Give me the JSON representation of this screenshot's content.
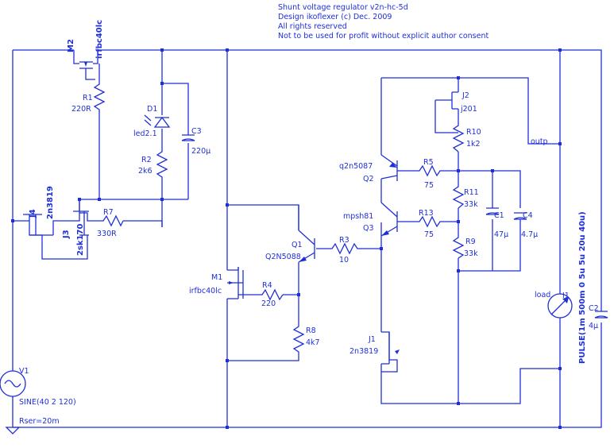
{
  "header": {
    "line1": "Shunt voltage regulator v2n-hc-5d",
    "line2": "Design ikoflexer (c) Dec. 2009",
    "line3": "All rights reserved",
    "line4": "Not to be used for profit without explicit author consent"
  },
  "components": {
    "M2": {
      "ref": "M2",
      "value": "irfbc40lc"
    },
    "R1": {
      "ref": "R1",
      "value": "220R"
    },
    "D1": {
      "ref": "D1",
      "value": "led2.1"
    },
    "C3": {
      "ref": "C3",
      "value": "220µ"
    },
    "R2": {
      "ref": "R2",
      "value": "2k6"
    },
    "J4": {
      "ref": "J4",
      "value": "2n3819"
    },
    "J3": {
      "ref": "J3",
      "value": "2sk170"
    },
    "R7": {
      "ref": "R7",
      "value": "330R"
    },
    "V1": {
      "ref": "V1",
      "value": "SINE(40 2 120)",
      "extra": "Rser=20m"
    },
    "Q1": {
      "ref": "Q1",
      "value": "Q2N5088"
    },
    "R3": {
      "ref": "R3",
      "value": "10"
    },
    "M1": {
      "ref": "M1",
      "value": "irfbc40lc"
    },
    "R4": {
      "ref": "R4",
      "value": "220"
    },
    "R8": {
      "ref": "R8",
      "value": "4k7"
    },
    "J2": {
      "ref": "J2",
      "value": "j201"
    },
    "R10": {
      "ref": "R10",
      "value": "1k2"
    },
    "Q2": {
      "ref": "Q2",
      "value": "q2n5087"
    },
    "R5": {
      "ref": "R5",
      "value": "75"
    },
    "Q3": {
      "ref": "Q3",
      "value": "mpsh81"
    },
    "R13": {
      "ref": "R13",
      "value": "75"
    },
    "R11": {
      "ref": "R11",
      "value": "33k"
    },
    "R9": {
      "ref": "R9",
      "value": "33k"
    },
    "C1": {
      "ref": "C1",
      "value": "47µ"
    },
    "C4": {
      "ref": "C4",
      "value": "4.7µ"
    },
    "J1": {
      "ref": "J1",
      "value": "2n3819"
    },
    "I1": {
      "ref": "I1",
      "value": "PULSE(1m 500m 0 5u 5u 20u 40u)",
      "name": "load"
    },
    "C2": {
      "ref": "C2",
      "value": "4µ"
    }
  },
  "nets": {
    "outp": "outp"
  },
  "colors": {
    "wire": "#1f2fd8",
    "background": "#ffffff"
  }
}
